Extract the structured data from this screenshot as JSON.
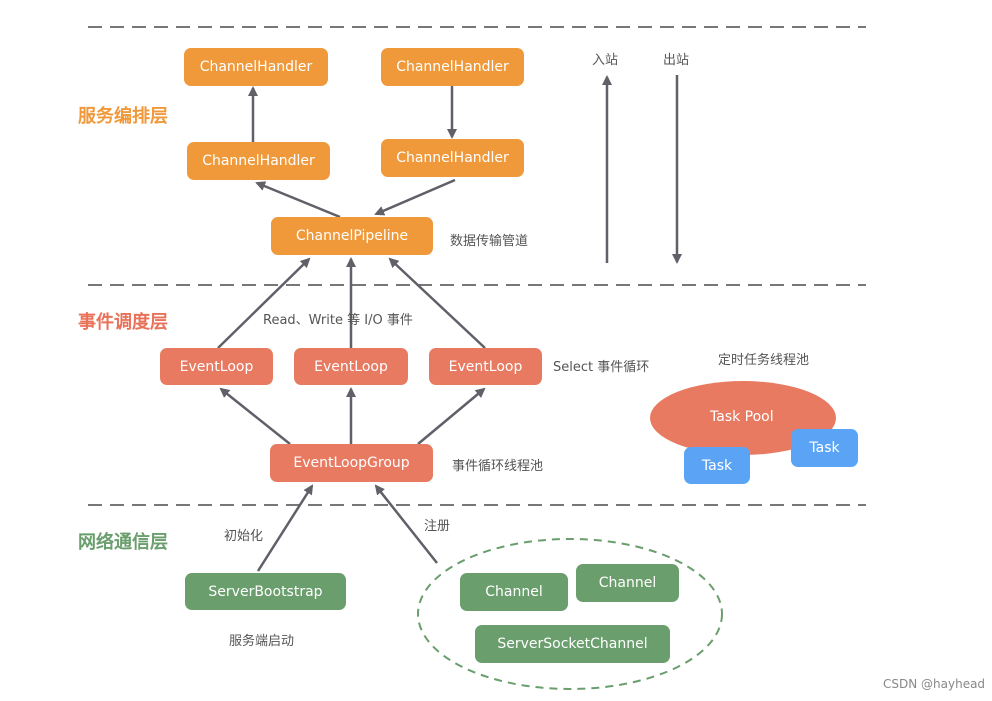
{
  "layers": {
    "service": "服务编排层",
    "event": "事件调度层",
    "network": "网络通信层"
  },
  "colors": {
    "service": "#F0993A",
    "event": "#E87A62",
    "network": "#6A9E6D",
    "task": "#5BA4F5",
    "arrow": "#5F6068"
  },
  "service": {
    "handlers": [
      "ChannelHandler",
      "ChannelHandler",
      "ChannelHandler",
      "ChannelHandler"
    ],
    "pipeline": "ChannelPipeline",
    "pipeline_note": "数据传输管道",
    "inbound": "入站",
    "outbound": "出站"
  },
  "event": {
    "io_note": "Read、Write 等 I/O 事件",
    "loops": [
      "EventLoop",
      "EventLoop",
      "EventLoop"
    ],
    "loop_note": "Select 事件循环",
    "group": "EventLoopGroup",
    "group_note": "事件循环线程池",
    "timer_note": "定时任务线程池",
    "task_pool": "Task Pool",
    "tasks": [
      "Task",
      "Task"
    ]
  },
  "network": {
    "init_note": "初始化",
    "register_note": "注册",
    "bootstrap": "ServerBootstrap",
    "bootstrap_note": "服务端启动",
    "channels": [
      "Channel",
      "Channel"
    ],
    "server_channel": "ServerSocketChannel"
  },
  "watermark": "CSDN @hayhead"
}
